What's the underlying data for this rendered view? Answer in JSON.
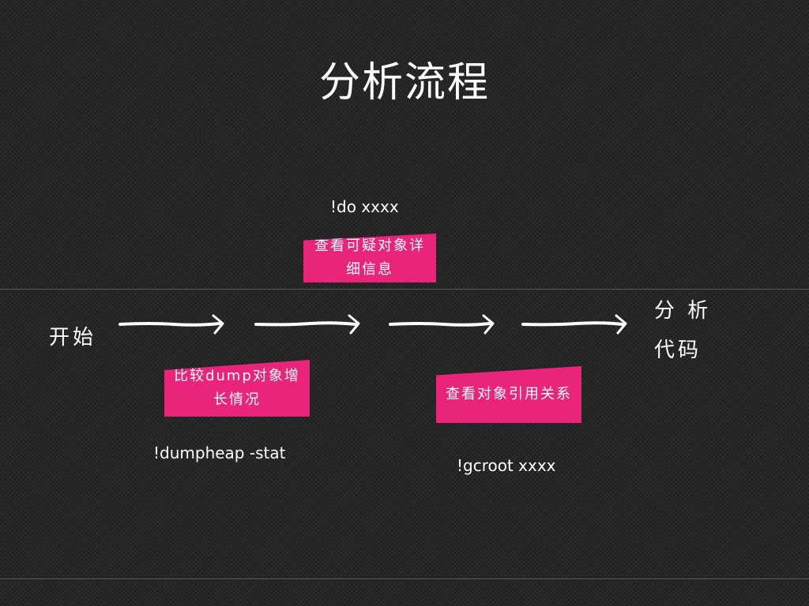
{
  "title": "分析流程",
  "commands": {
    "do": "!do xxxx",
    "dumpheap": "!dumpheap -stat",
    "gcroot": "!gcroot xxxx"
  },
  "flow": {
    "start": "开始",
    "end_line1": "分 析",
    "end_line2": "代码"
  },
  "notes": {
    "do_note": "查看可疑对象详细信息",
    "dumpheap_note": "比较dump对象增长情况",
    "gcroot_note": "查看对象引用关系"
  },
  "colors": {
    "note_bg": "#e8257a",
    "background": "#262626",
    "text": "#ffffff"
  }
}
